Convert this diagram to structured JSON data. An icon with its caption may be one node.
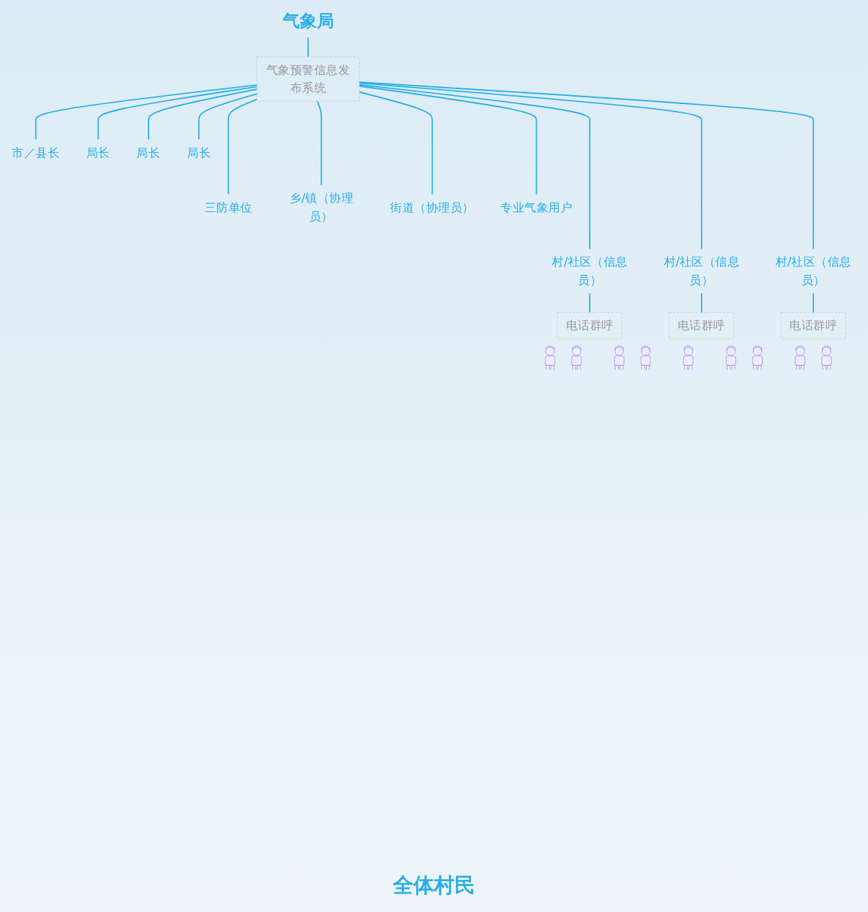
{
  "diagram": {
    "nodes": [
      {
        "text": [
          "气象局"
        ]
      },
      {
        "text": [
          "气象预警信息发布系统"
        ]
      },
      {
        "text": [
          "市／县长"
        ]
      },
      {
        "text": [
          "局长"
        ]
      },
      {
        "text": [
          "局长"
        ]
      },
      {
        "text": [
          "局长"
        ]
      },
      {
        "text": [
          "三防单位"
        ]
      },
      {
        "text": [
          "乡/镇（协理员）"
        ]
      },
      {
        "text": [
          "街道（协理员）"
        ]
      },
      {
        "text": [
          "专业气象用户"
        ]
      },
      {
        "text": [
          "村/社区（信息员）"
        ]
      },
      {
        "text": [
          "村/社区（信息员）"
        ]
      },
      {
        "text": [
          "村/社区（信息员）"
        ]
      },
      {
        "text": [
          "电话群呼"
        ]
      },
      {
        "text": [
          "电话群呼"
        ]
      },
      {
        "text": [
          "电话群呼"
        ]
      },
      {
        "text": [],
        "shape": "person"
      },
      {
        "text": [],
        "shape": "person"
      },
      {
        "text": [],
        "shape": "person"
      },
      {
        "text": [],
        "shape": "person"
      },
      {
        "text": [],
        "shape": "person"
      },
      {
        "text": [],
        "shape": "person"
      },
      {
        "text": [],
        "shape": "person"
      },
      {
        "text": [],
        "shape": "person"
      },
      {
        "text": [],
        "shape": "person"
      }
    ],
    "edges": [
      {
        "from": 0,
        "to": 1,
        "arrow": "none"
      },
      {
        "from": 1,
        "to": 2,
        "arrow": "none"
      },
      {
        "from": 1,
        "to": 3,
        "arrow": "none"
      },
      {
        "from": 1,
        "to": 4,
        "arrow": "none"
      },
      {
        "from": 1,
        "to": 5,
        "arrow": "none"
      },
      {
        "from": 1,
        "to": 6,
        "arrow": "none"
      },
      {
        "from": 1,
        "to": 7,
        "arrow": "none"
      },
      {
        "from": 1,
        "to": 8,
        "arrow": "none"
      },
      {
        "from": 1,
        "to": 9,
        "arrow": "none"
      },
      {
        "from": 1,
        "to": 10,
        "arrow": "none"
      },
      {
        "from": 1,
        "to": 11,
        "arrow": "none"
      },
      {
        "from": 1,
        "to": 12,
        "arrow": "none"
      },
      {
        "from": 10,
        "to": 13,
        "arrow": "none"
      },
      {
        "from": 11,
        "to": 14,
        "arrow": "none"
      },
      {
        "from": 12,
        "to": 15,
        "arrow": "none"
      }
    ],
    "labels": [
      "全体村民"
    ]
  }
}
